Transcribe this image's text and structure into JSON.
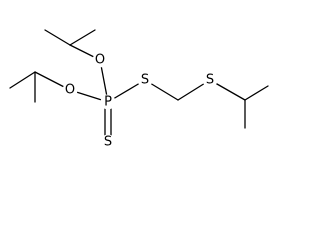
{
  "atoms": {
    "o1": "O",
    "o2": "O",
    "p": "P",
    "s_thiono": "S",
    "s_bridge": "S",
    "s_ether": "S"
  }
}
